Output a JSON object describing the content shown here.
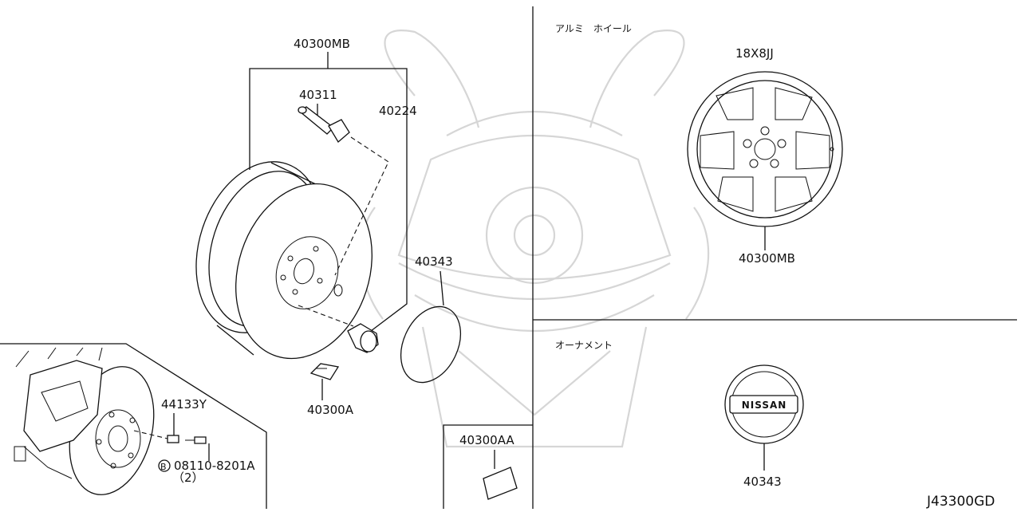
{
  "sections": {
    "aluminum_wheel_title": "アルミ　ホイール",
    "ornament_title": "オーナメント"
  },
  "parts": {
    "wheel_assembly": "40300MB",
    "valve": "40311",
    "nut": "40224",
    "center_cap": "40343",
    "balance_weight": "40300A",
    "balance_weight_alt": "40300AA",
    "hub_bolt": "44133Y",
    "bolt": "08110-8201A",
    "bolt_qty": "（2）",
    "bolt_marker": "B",
    "wheel_spec": "18X8JJ",
    "wheel_assembly_detail": "40300MB",
    "ornament": "40343"
  },
  "ornament_text": "NISSAN",
  "diagram_code": "J43300GD",
  "icons": [
    "samurai-watermark-icon",
    "wheel-icon",
    "valve-icon",
    "nut-icon",
    "center-cap-icon",
    "balance-weight-icon",
    "brake-assembly-icon",
    "alloy-wheel-icon",
    "nissan-ornament-icon"
  ]
}
